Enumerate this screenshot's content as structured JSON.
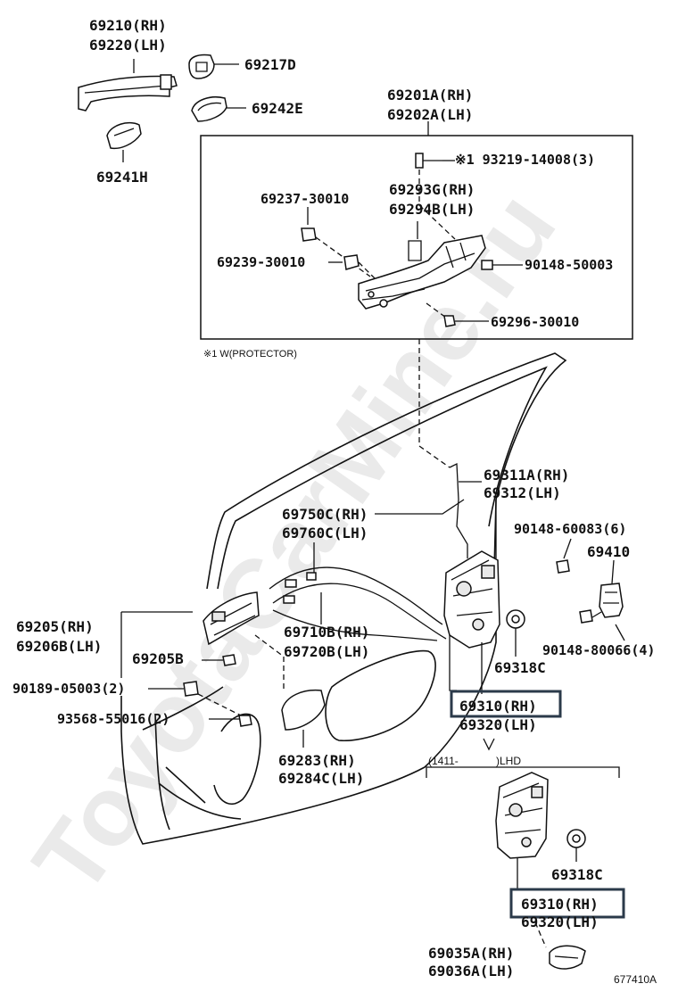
{
  "watermark": "ToyotaCarMine.ru",
  "note": "※1 W(PROTECTOR)",
  "labels": {
    "l69210": "69210(RH)",
    "l69220": "69220(LH)",
    "l69217d": "69217D",
    "l69242e": "69242E",
    "l69241h": "69241H",
    "l69201a": "69201A(RH)",
    "l69202a": "69202A(LH)",
    "l93219": "※1 93219-14008(3)",
    "l69237": "69237-30010",
    "l69293g": "69293G(RH)",
    "l69294b": "69294B(LH)",
    "l69239": "69239-30010",
    "l90148_50003": "90148-50003",
    "l69296": "69296-30010",
    "l69311a": "69311A(RH)",
    "l69312": "69312(LH)",
    "l69750c": "69750C(RH)",
    "l69760c": "69760C(LH)",
    "l90148_60083": "90148-60083(6)",
    "l69410": "69410",
    "l69205": "69205(RH)",
    "l69206b": "69206B(LH)",
    "l69710b": "69710B(RH)",
    "l69720b": "69720B(LH)",
    "l69205b": "69205B",
    "l90148_80066": "90148-80066(4)",
    "l69318c_a": "69318C",
    "l90189": "90189-05003(2)",
    "l93568": "93568-55016(2)",
    "l69310_a": "69310(RH)",
    "l69320_a": "69320(LH)",
    "l69283": "69283(RH)",
    "l69284c": "69284C(LH)",
    "l1411": "(1411-",
    "llhd": ")LHD",
    "l69318c_b": "69318C",
    "l69310_b": "69310(RH)",
    "l69320_b": "69320(LH)",
    "l69035a": "69035A(RH)",
    "l69036a": "69036A(LH)",
    "code": "677410A"
  },
  "highlight_color": "#2b3a4a"
}
